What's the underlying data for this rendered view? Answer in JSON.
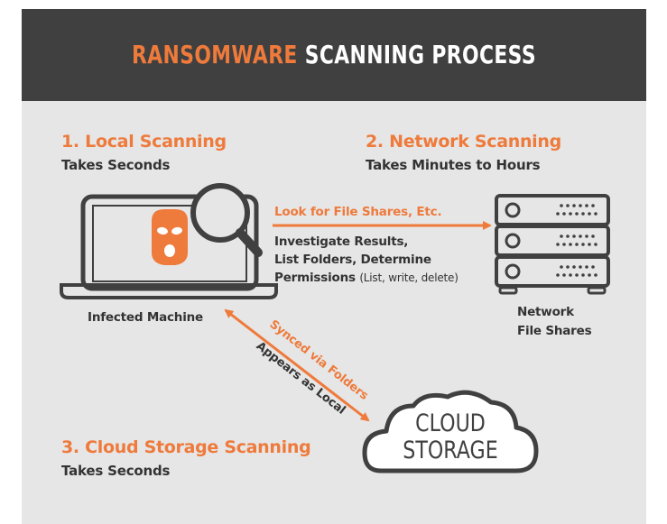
{
  "header": {
    "title_accent": "RANSOMWARE",
    "title_rest": "SCANNING PROCESS"
  },
  "sections": {
    "local": {
      "title": "1. Local Scanning",
      "subtitle": "Takes Seconds"
    },
    "network": {
      "title": "2. Network Scanning",
      "subtitle": "Takes Minutes to Hours"
    },
    "cloud": {
      "title": "3. Cloud Storage Scanning",
      "subtitle": "Takes Seconds"
    }
  },
  "labels": {
    "infected_machine": "Infected Machine",
    "network_line1": "Network",
    "network_line2": "File Shares",
    "arrow_network": "Look for File Shares, Etc.",
    "investigate_line1": "Investigate Results,",
    "investigate_line2": "List Folders, Determine",
    "investigate_line3_main": "Permissions",
    "investigate_line3_small": "(List, write, delete)",
    "synced": "Synced via Folders",
    "appears_local": "Appears as Local",
    "cloud_line1": "CLOUD",
    "cloud_line2": "STORAGE"
  },
  "icons": {
    "laptop": "laptop-icon",
    "mask": "ransomware-mask-icon",
    "magnifier": "magnifier-icon",
    "server": "server-rack-icon",
    "cloud": "cloud-icon"
  },
  "colors": {
    "accent": "#ee7a3b",
    "dark": "#404040",
    "text": "#333333",
    "panel": "#e6e6e6"
  }
}
